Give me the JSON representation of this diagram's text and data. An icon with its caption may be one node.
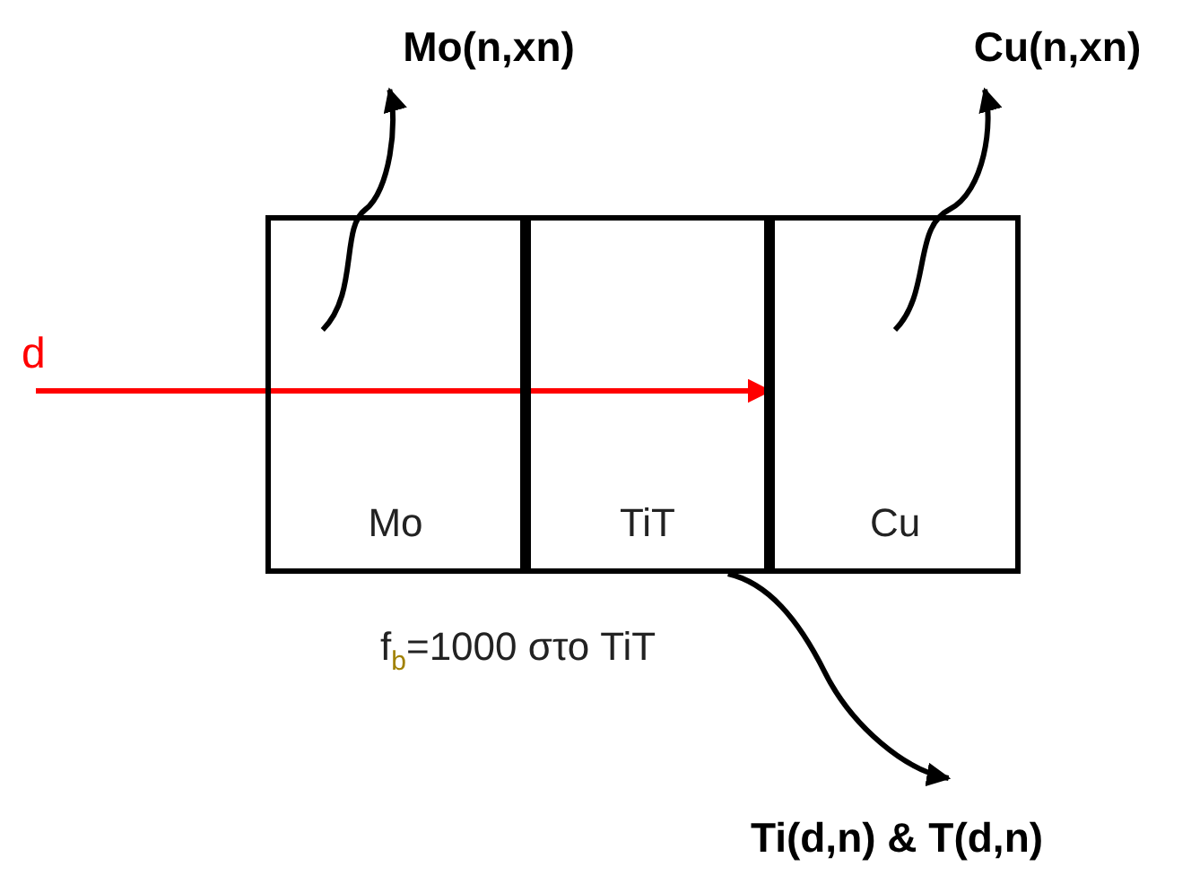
{
  "diagram": {
    "nodes": [
      {
        "text": [
          "Mo"
        ]
      },
      {
        "text": [
          "TiT"
        ]
      },
      {
        "text": [
          "Cu"
        ]
      },
      {
        "text": [
          "Mo(n,xn)"
        ]
      },
      {
        "text": [
          "Cu(n,xn)"
        ]
      },
      {
        "text": [
          "Ti(d,n) & T(d,n)"
        ]
      }
    ],
    "edges": [
      {
        "from": 0,
        "to": 3,
        "arrow": "to"
      },
      {
        "from": 2,
        "to": 4,
        "arrow": "to"
      },
      {
        "from": 1,
        "to": 5,
        "arrow": "to"
      },
      {
        "from": null,
        "to": 2,
        "arrow": "to",
        "label": "d",
        "color": "#ff0000"
      }
    ],
    "labels": [
      "f$_{b}$=1000 στο TiT"
    ]
  }
}
